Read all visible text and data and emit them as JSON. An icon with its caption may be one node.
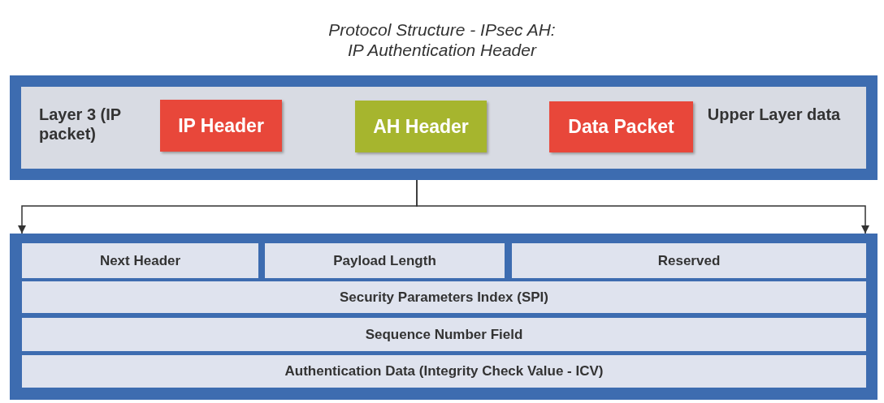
{
  "diagram": {
    "title": "Protocol Structure - IPsec AH: IP Authentication Header",
    "nodes": [
      {
        "text": [
          "Layer 3 (IP packet)",
          "Upper Layer data"
        ]
      },
      {
        "text": [
          "IP Header"
        ],
        "in": 0
      },
      {
        "text": [
          "AH Header"
        ],
        "in": 0
      },
      {
        "text": [
          "Data Packet"
        ],
        "in": 0
      },
      {
        "text": [],
        "shape": "box"
      },
      {
        "text": [
          "Next Header"
        ],
        "in": 4
      },
      {
        "text": [
          "Payload Length"
        ],
        "in": 4
      },
      {
        "text": [
          "Reserved"
        ],
        "in": 4
      },
      {
        "text": [
          "Security Parameters Index (SPI)"
        ],
        "in": 4
      },
      {
        "text": [
          "Sequence Number Field"
        ],
        "in": 4
      },
      {
        "text": [
          "Authentication Data (Integrity Check Value - ICV)"
        ],
        "in": 4
      }
    ],
    "edges": [
      {
        "from": 0,
        "to": 4,
        "arrow": "to"
      },
      {
        "from": 0,
        "to": 4,
        "arrow": "to"
      }
    ]
  }
}
